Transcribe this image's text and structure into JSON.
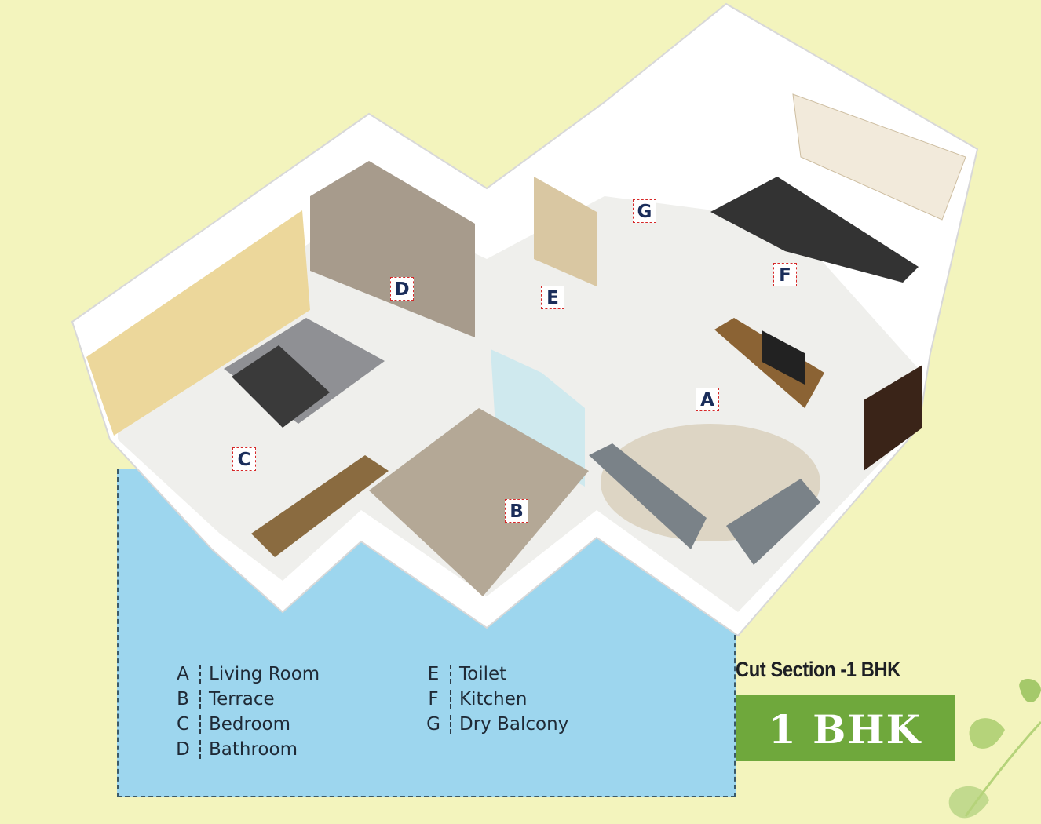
{
  "markers": {
    "A": "A",
    "B": "B",
    "C": "C",
    "D": "D",
    "E": "E",
    "F": "F",
    "G": "G"
  },
  "legend": [
    {
      "key": "A",
      "label": "Living Room"
    },
    {
      "key": "B",
      "label": "Terrace"
    },
    {
      "key": "C",
      "label": "Bedroom"
    },
    {
      "key": "D",
      "label": "Bathroom"
    },
    {
      "key": "E",
      "label": "Toilet"
    },
    {
      "key": "F",
      "label": "Kitchen"
    },
    {
      "key": "G",
      "label": "Dry Balcony"
    }
  ],
  "section_title": "Cut Section -1 BHK",
  "badge": "1 BHK",
  "colors": {
    "background": "#f3f4bd",
    "legend_panel": "#9dd6ee",
    "badge": "#6fa83c",
    "marker_border": "#d62828",
    "marker_text": "#1a2d5a"
  }
}
